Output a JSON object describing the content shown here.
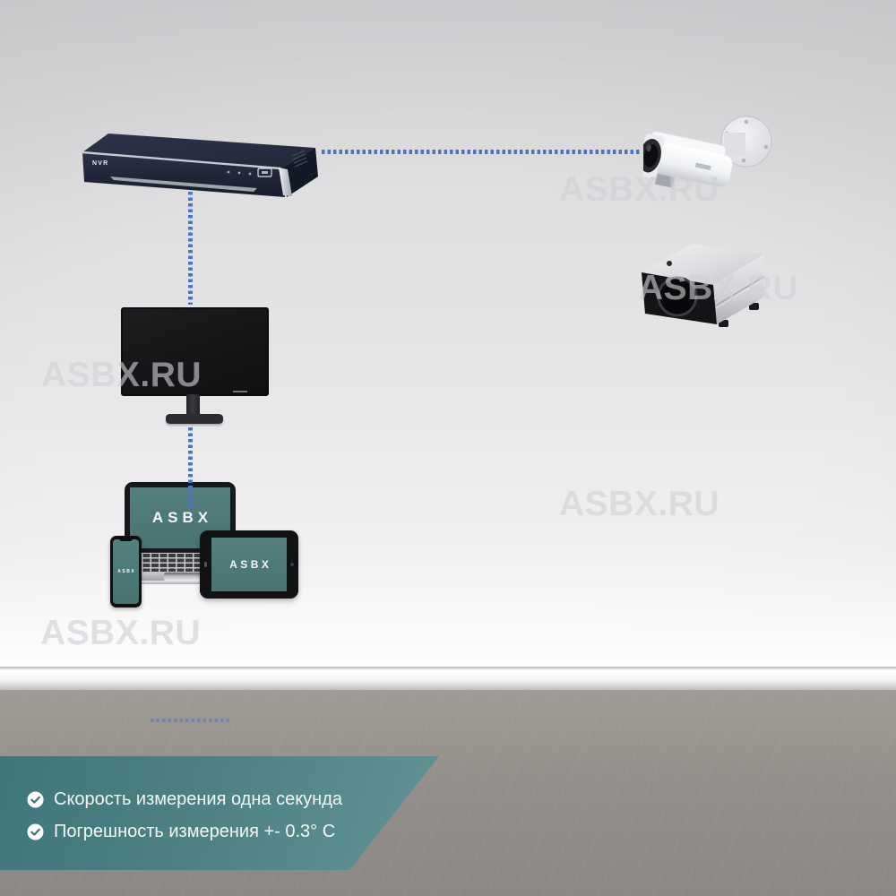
{
  "watermark": {
    "text": "ASBX.RU"
  },
  "connections": {
    "style": "dotted",
    "color": "#4d73c8"
  },
  "devices": {
    "nvr": {
      "label": "NVR"
    },
    "laptop": {
      "screen_label": "ASBX"
    },
    "tablet": {
      "screen_label": "ASBX"
    },
    "phone": {
      "screen_label": "ASBX"
    }
  },
  "banner": {
    "background_color": "#4d8184",
    "items": [
      {
        "icon": "check-circle-icon",
        "text": "Скорость измерения одна секунда"
      },
      {
        "icon": "check-circle-icon",
        "text": "Погрешность измерения +- 0.3° C"
      }
    ]
  }
}
